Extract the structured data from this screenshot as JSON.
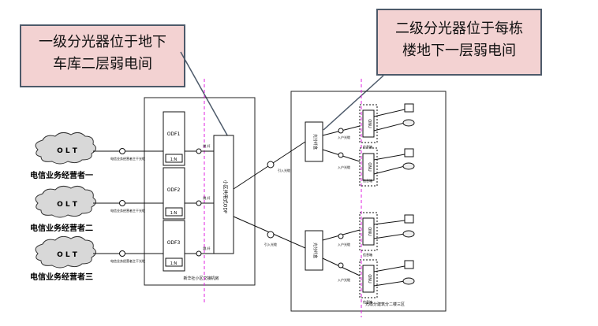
{
  "callouts": {
    "first_level": [
      "一级分光器位于地下",
      "车库二层弱电间"
    ],
    "second_level": [
      "二级分光器位于每栋",
      "楼地下一层弱电间"
    ]
  },
  "operators": [
    {
      "label": "电信业务经营者一",
      "olt": "O L T",
      "fiber": "电信业务经营者主干光缆"
    },
    {
      "label": "电信业务经营者二",
      "olt": "O L T",
      "fiber": "电信业务经营者主干光缆"
    },
    {
      "label": "电信业务经营者三",
      "olt": "O L T",
      "fiber": "电信业务经营者主干光缆"
    }
  ],
  "odf_units": [
    {
      "label": "ODF1",
      "sub": "1:N",
      "jumper": "跳 纤"
    },
    {
      "label": "ODF2",
      "sub": "1:N",
      "jumper": "跳 纤"
    },
    {
      "label": "ODF3",
      "sub": "1:N",
      "jumper": "跳 纤"
    }
  ],
  "central_odf": "小区共用式ODF",
  "room_left_caption": "新华社小区交接机房",
  "room_right_caption": "光缆分建筑分二楼三区",
  "intro_cables": [
    "引入光缆",
    "引入光缆"
  ],
  "splitters": [
    {
      "label": "光分纤盒",
      "drops": [
        "入户光缆",
        "入户光缆"
      ]
    },
    {
      "label": "光分纤盒",
      "drops": [
        "入户光缆",
        "入户光缆"
      ]
    }
  ],
  "onus": [
    {
      "label": "ONU",
      "box": "信息箱"
    },
    {
      "label": "ONU",
      "box": "信息箱"
    },
    {
      "label": "ONU",
      "box": "信息箱"
    },
    {
      "label": "ONU",
      "box": "信息箱"
    }
  ],
  "colors": {
    "callout_fill": "#f3d2d2",
    "callout_border": "#4d5a6a",
    "divider": "#e020e0",
    "line": "#111111"
  }
}
